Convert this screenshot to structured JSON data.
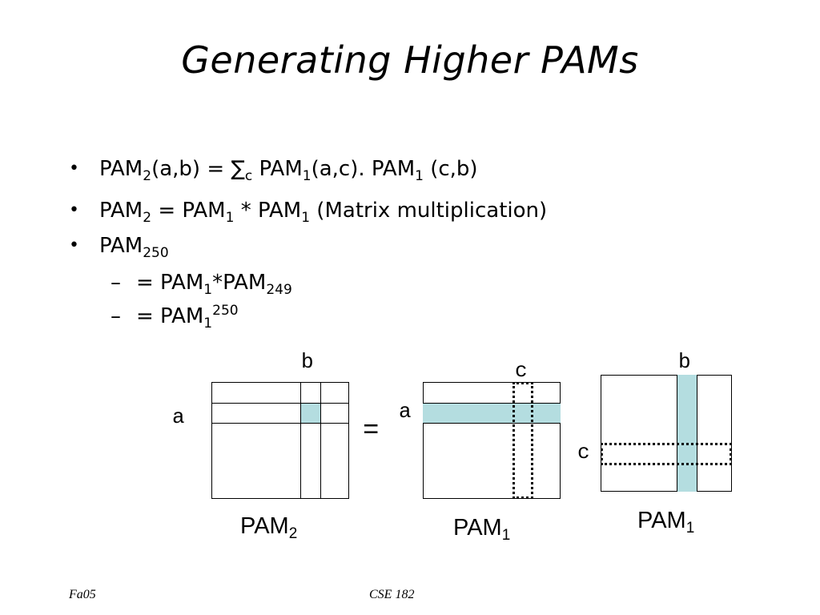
{
  "slide": {
    "title": "Generating Higher PAMs",
    "bullets": [
      {
        "marker": "•",
        "parts": [
          "PAM",
          "2",
          "(a,b) = ∑",
          "c",
          " PAM",
          "1",
          "(a,c). PAM",
          "1",
          " (c,b)"
        ]
      },
      {
        "marker": "•",
        "parts": [
          "PAM",
          "2",
          " = PAM",
          "1",
          " * PAM",
          "1",
          " (Matrix multiplication)"
        ]
      },
      {
        "marker": "•",
        "parts": [
          "PAM",
          "250"
        ]
      }
    ],
    "subbullets": [
      {
        "marker": "–",
        "parts": [
          "= PAM",
          "1",
          "*PAM",
          "249"
        ]
      },
      {
        "marker": "–",
        "parts": [
          "= PAM",
          "1",
          "250"
        ]
      }
    ]
  },
  "diagram": {
    "equals_sign": "=",
    "highlight_color": "#b4dde0",
    "matrix_left": {
      "row_label": "a",
      "col_label": "b",
      "name": "PAM",
      "name_sub": "2"
    },
    "matrix_middle": {
      "row_label": "a",
      "col_label": "c",
      "name": "PAM",
      "name_sub": "1"
    },
    "matrix_right": {
      "row_label": "c",
      "col_label": "b",
      "name": "PAM",
      "name_sub": "1"
    }
  },
  "footer": {
    "left": "Fa05",
    "center": "CSE 182"
  }
}
